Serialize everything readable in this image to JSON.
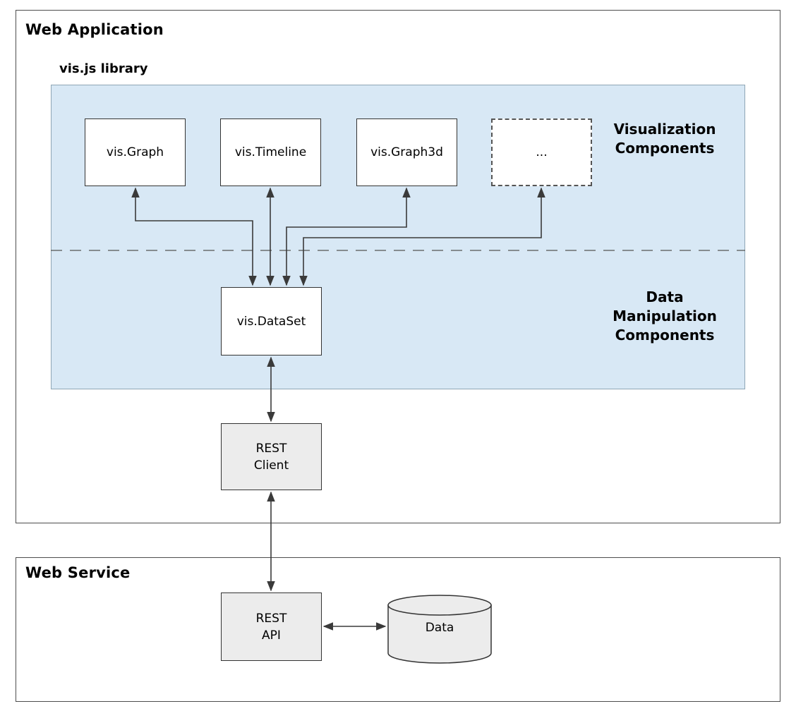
{
  "web_application": {
    "title": "Web Application",
    "library": {
      "title": "vis.js library",
      "section_labels": {
        "visualization": "Visualization\nComponents",
        "data_manipulation": "Data\nManipulation\nComponents"
      },
      "nodes": {
        "graph": "vis.Graph",
        "timeline": "vis.Timeline",
        "graph3d": "vis.Graph3d",
        "more": "...",
        "dataset": "vis.DataSet"
      }
    },
    "rest_client": "REST\nClient"
  },
  "web_service": {
    "title": "Web Service",
    "rest_api": "REST\nAPI",
    "data_store": "Data"
  },
  "colors": {
    "library_background": "#d8e8f5",
    "node_background": "#ffffff",
    "gray_node_background": "#ececec",
    "node_border": "#333333",
    "arrow": "#3a3a3a"
  }
}
